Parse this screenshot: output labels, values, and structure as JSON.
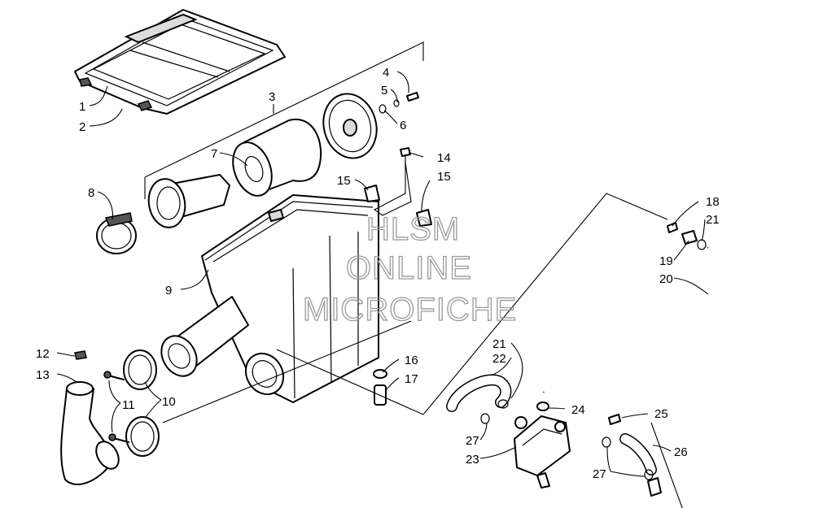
{
  "watermark": {
    "line1": "HLSM",
    "line2": "ONLINE",
    "line3": "MICROFICHE"
  },
  "callouts": {
    "c1": "1",
    "c2": "2",
    "c3": "3",
    "c4": "4",
    "c5": "5",
    "c6": "6",
    "c7": "7",
    "c8": "8",
    "c9": "9",
    "c10": "10",
    "c11": "11",
    "c12": "12",
    "c13": "13",
    "c14": "14",
    "c15a": "15",
    "c15b": "15",
    "c16": "16",
    "c17": "17",
    "c18": "18",
    "c19": "19",
    "c20": "20",
    "c21a": "21",
    "c21b": "21",
    "c22": "22",
    "c23": "23",
    "c24": "24",
    "c25": "25",
    "c26": "26",
    "c27a": "27",
    "c27b": "27"
  }
}
